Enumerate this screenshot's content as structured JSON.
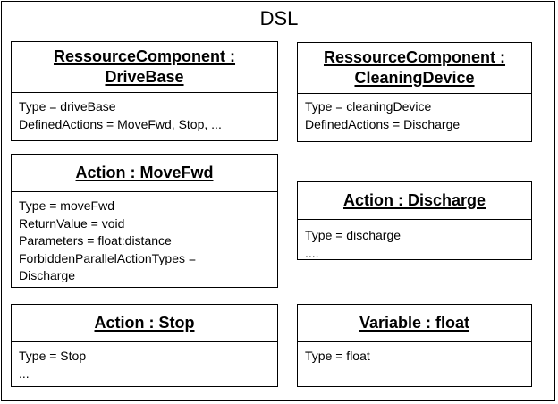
{
  "title": "DSL",
  "boxes": {
    "drivebase": {
      "name_line1": "RessourceComponent :",
      "name_line2": "DriveBase",
      "attributes": [
        "Type = driveBase",
        "DefinedActions = MoveFwd, Stop, ..."
      ]
    },
    "cleaning_device": {
      "name_line1": "RessourceComponent :",
      "name_line2": "CleaningDevice",
      "attributes": [
        "Type = cleaningDevice",
        "DefinedActions = Discharge"
      ]
    },
    "movefwd": {
      "name": "Action : MoveFwd",
      "attributes": [
        "Type = moveFwd",
        "ReturnValue = void",
        "Parameters = float:distance",
        "ForbiddenParallelActionTypes =",
        "Discharge"
      ]
    },
    "discharge": {
      "name": "Action : Discharge",
      "attributes": [
        "Type = discharge",
        "...."
      ]
    },
    "stop": {
      "name": "Action : Stop",
      "attributes": [
        "Type = Stop",
        "..."
      ]
    },
    "float_var": {
      "name": "Variable : float",
      "attributes": [
        "Type = float"
      ]
    }
  }
}
